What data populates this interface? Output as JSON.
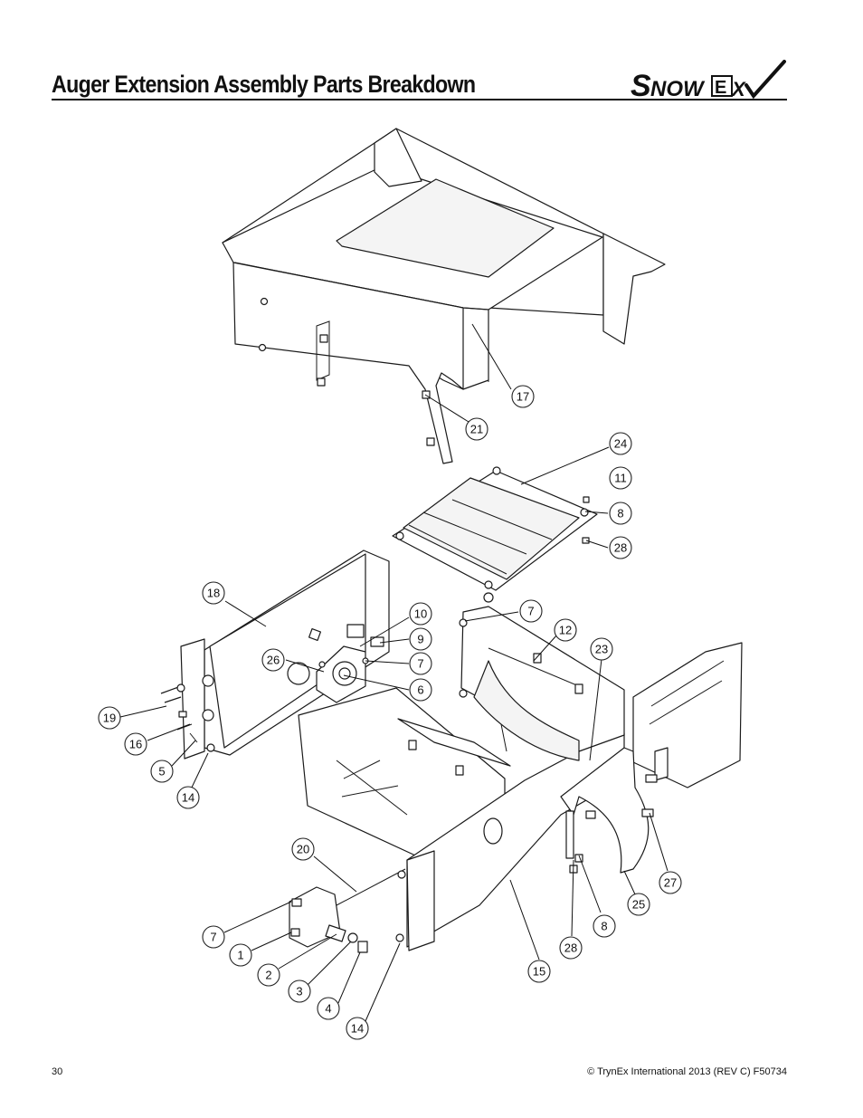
{
  "header": {
    "title": "Auger Extension Assembly Parts Breakdown",
    "logo_text": "SNOWEX"
  },
  "callouts": [
    {
      "id": "c17a",
      "label": "17"
    },
    {
      "id": "c21",
      "label": "21"
    },
    {
      "id": "c24",
      "label": "24"
    },
    {
      "id": "c11",
      "label": "11"
    },
    {
      "id": "c8a",
      "label": "8"
    },
    {
      "id": "c28a",
      "label": "28"
    },
    {
      "id": "c18",
      "label": "18"
    },
    {
      "id": "c10",
      "label": "10"
    },
    {
      "id": "c9",
      "label": "9"
    },
    {
      "id": "c26",
      "label": "26"
    },
    {
      "id": "c7a",
      "label": "7"
    },
    {
      "id": "c6",
      "label": "6"
    },
    {
      "id": "c7b",
      "label": "7"
    },
    {
      "id": "c12",
      "label": "12"
    },
    {
      "id": "c23",
      "label": "23"
    },
    {
      "id": "c19",
      "label": "19"
    },
    {
      "id": "c16",
      "label": "16"
    },
    {
      "id": "c5",
      "label": "5"
    },
    {
      "id": "c14a",
      "label": "14"
    },
    {
      "id": "c20",
      "label": "20"
    },
    {
      "id": "c7c",
      "label": "7"
    },
    {
      "id": "c1",
      "label": "1"
    },
    {
      "id": "c2",
      "label": "2"
    },
    {
      "id": "c3",
      "label": "3"
    },
    {
      "id": "c4",
      "label": "4"
    },
    {
      "id": "c14b",
      "label": "14"
    },
    {
      "id": "c15",
      "label": "15"
    },
    {
      "id": "c28b",
      "label": "28"
    },
    {
      "id": "c8b",
      "label": "8"
    },
    {
      "id": "c25",
      "label": "25"
    },
    {
      "id": "c27",
      "label": "27"
    }
  ],
  "footer": {
    "page_number": "30",
    "copyright": "© TrynEx International 2013 (REV C) F50734"
  }
}
